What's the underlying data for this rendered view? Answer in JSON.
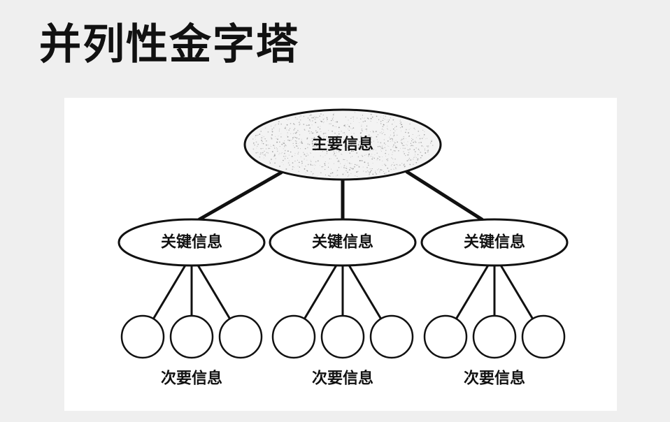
{
  "title": "并列性金字塔",
  "diagram": {
    "main": {
      "label": "主要信息"
    },
    "branches": [
      {
        "key_label": "关键信息",
        "secondary_label": "次要信息",
        "secondary_count": 3
      },
      {
        "key_label": "关键信息",
        "secondary_label": "次要信息",
        "secondary_count": 3
      },
      {
        "key_label": "关键信息",
        "secondary_label": "次要信息",
        "secondary_count": 3
      }
    ],
    "colors": {
      "stroke": "#111111",
      "main_fill": "#f3f3f3",
      "speckle": "#8a8a8a"
    }
  }
}
